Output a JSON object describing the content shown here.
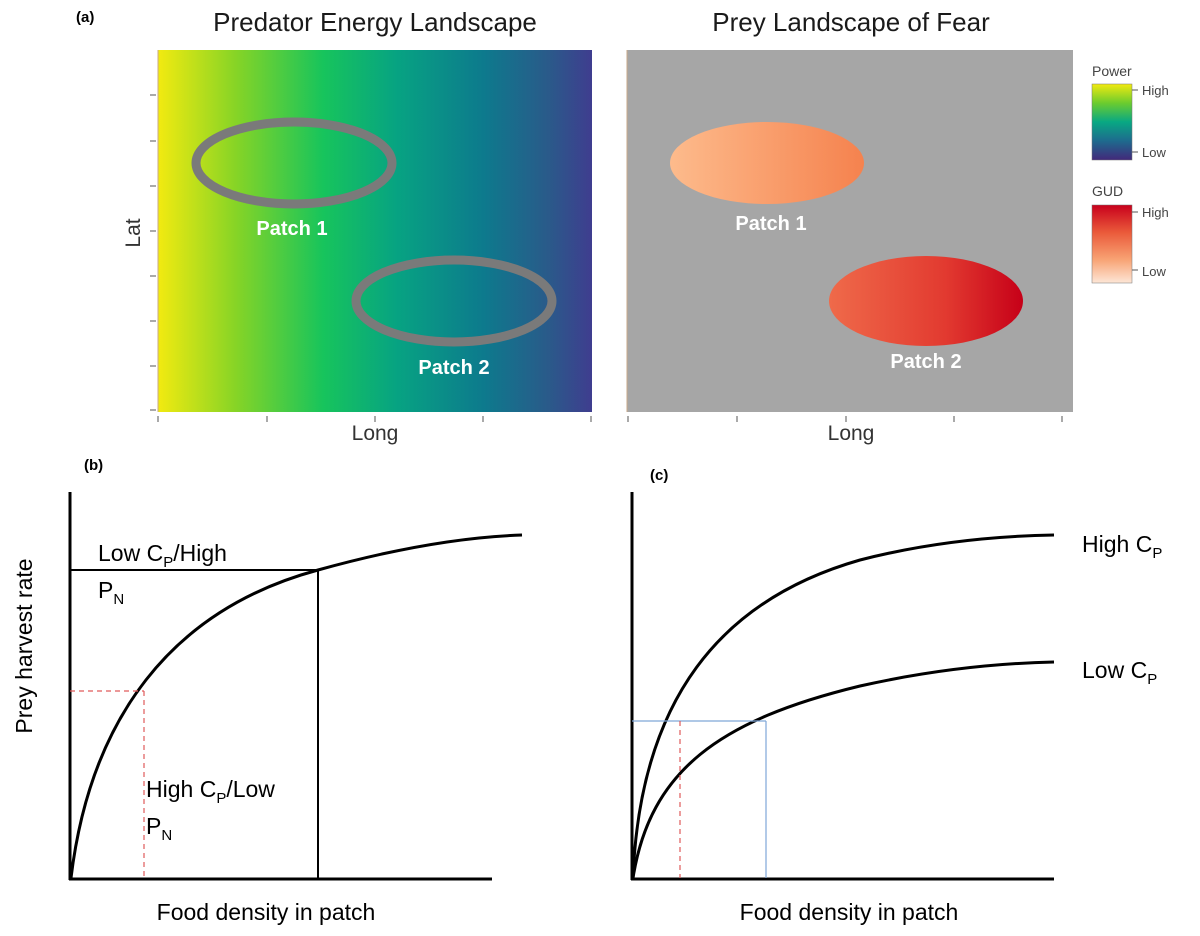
{
  "panel_a": {
    "label": "(a)",
    "left": {
      "title": "Predator Energy Landscape",
      "xlabel": "Long",
      "ylabel": "Lat",
      "patch1": "Patch 1",
      "patch2": "Patch 2"
    },
    "right": {
      "title": "Prey Landscape of Fear",
      "xlabel": "Long",
      "patch1": "Patch 1",
      "patch2": "Patch 2"
    },
    "legend_power": {
      "title": "Power",
      "high": "High",
      "low": "Low"
    },
    "legend_gud": {
      "title": "GUD",
      "high": "High",
      "low": "Low"
    }
  },
  "panel_b": {
    "label": "(b)",
    "ylabel": "Prey harvest rate",
    "xlabel": "Food density in patch",
    "upper_label_main": "Low C",
    "upper_label_sub": "P",
    "upper_label_tail": "/High",
    "upper_label_line2": "P",
    "upper_label_line2_sub": "N",
    "lower_label_main": "High C",
    "lower_label_sub": "P",
    "lower_label_tail": "/Low",
    "lower_label_line2": "P",
    "lower_label_line2_sub": "N"
  },
  "panel_c": {
    "label": "(c)",
    "xlabel": "Food density in patch",
    "high_label": "High C",
    "high_sub": "P",
    "low_label": "Low C",
    "low_sub": "P"
  },
  "colors": {
    "power_scale": [
      "#f0e60e",
      "#7ed321",
      "#1cc65a",
      "#08a880",
      "#0f7f8c",
      "#2a5b8a",
      "#3d3f8e"
    ],
    "gud_scale": [
      "#fde0c8",
      "#f8a070",
      "#e8553a",
      "#c8001c"
    ],
    "fear_bg": "#a6a6a6",
    "ring": "#7a7a7a",
    "dashed_red": "#e05a5a",
    "guide_blue": "#7fa7d8"
  }
}
